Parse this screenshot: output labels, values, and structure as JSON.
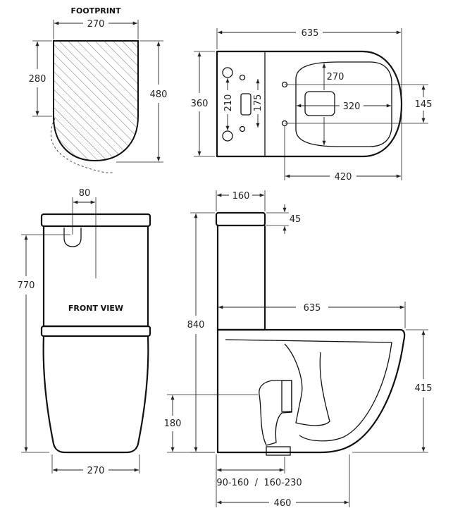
{
  "labels": {
    "footprint": "FOOTPRINT",
    "front_view": "FRONT VIEW"
  },
  "footprint": {
    "width": "270",
    "depth": "480",
    "hatch_depth": "280"
  },
  "top_view": {
    "length": "635",
    "height": "360",
    "bolt_spacing": "210",
    "inlet_spacing": "175",
    "bowl_depth": "270",
    "bowl_width": "320",
    "fixing_spacing": "145",
    "fixing_to_back": "420"
  },
  "front_view": {
    "button_width": "80",
    "cistern_height": "770",
    "base_width": "270"
  },
  "side_view": {
    "cistern_depth": "160",
    "lid_height": "45",
    "overall_height": "840",
    "overall_length": "635",
    "seat_height": "415",
    "outlet_height": "180",
    "setout": "90-160  /  160-230",
    "base_length": "460"
  }
}
